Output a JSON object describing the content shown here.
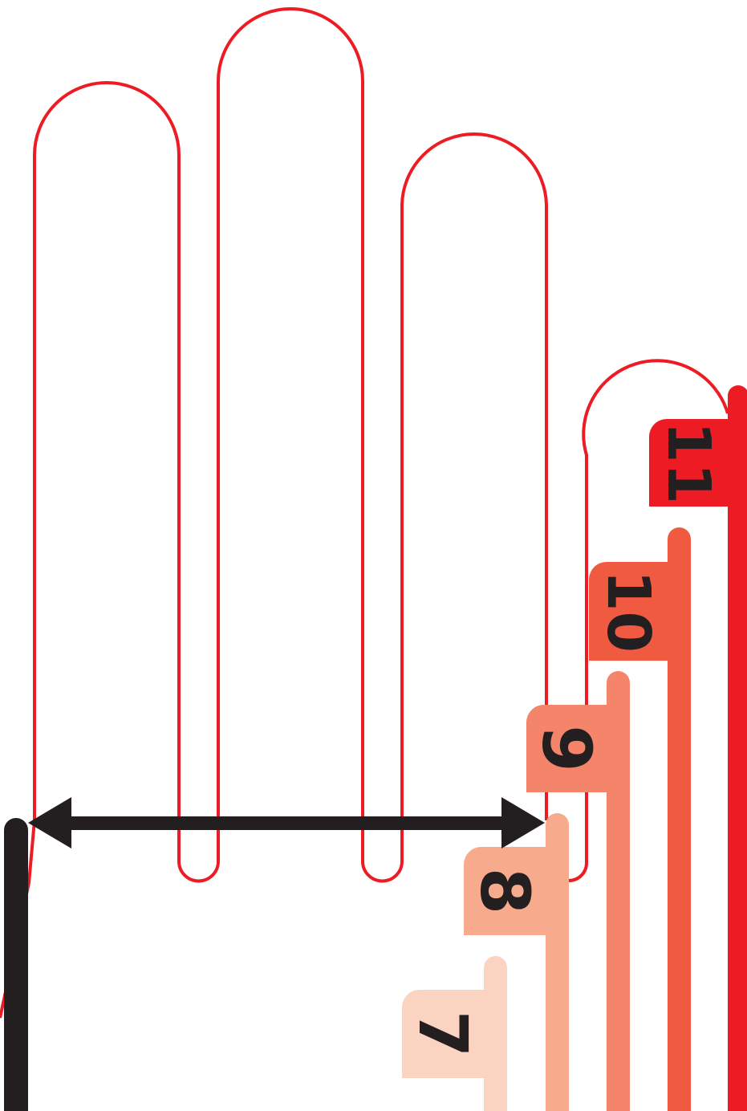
{
  "figure": {
    "title": "",
    "measurement_marker": "double-headed-arrow",
    "colors": {
      "outline": "#ed1c24",
      "ink": "#231f20",
      "background": "#ffffff"
    }
  },
  "sizes": [
    {
      "label": "7",
      "color": "#fbd3c1"
    },
    {
      "label": "8",
      "color": "#f8aa8d"
    },
    {
      "label": "9",
      "color": "#f5856a"
    },
    {
      "label": "10",
      "color": "#f05a41"
    },
    {
      "label": "11",
      "color": "#ed1c24"
    }
  ]
}
